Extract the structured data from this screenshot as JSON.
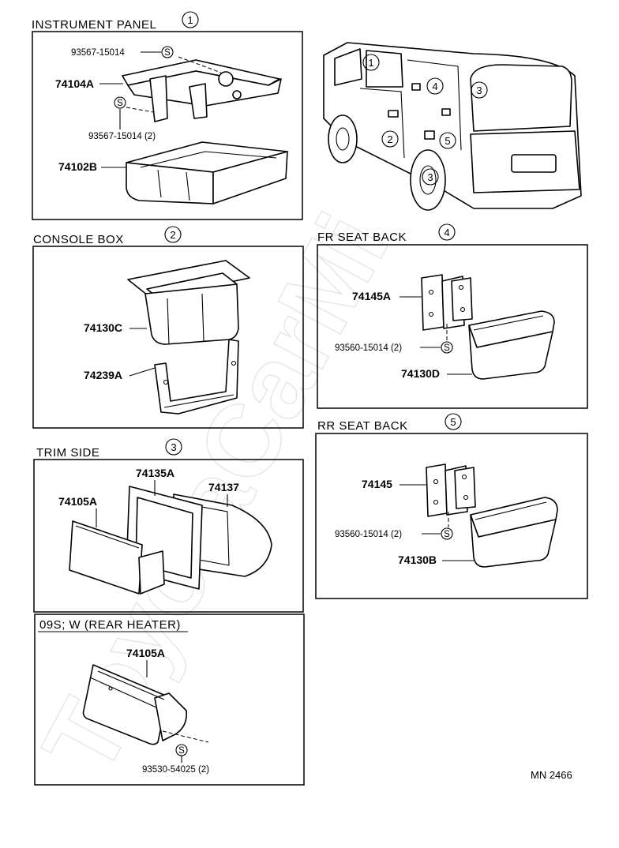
{
  "panels": {
    "instrument_panel": {
      "title": "INSTRUMENT PANEL",
      "index": "1"
    },
    "console_box": {
      "title": "CONSOLE BOX",
      "index": "2"
    },
    "trim_side": {
      "title": "TRIM SIDE",
      "index": "3"
    },
    "fr_seat_back": {
      "title": "FR SEAT BACK",
      "index": "4"
    },
    "rr_seat_back": {
      "title": "RR SEAT BACK",
      "index": "5"
    },
    "rear_heater": {
      "title": "09S; W (REAR HEATER)"
    }
  },
  "parts": {
    "p93567_a": "93567-15014",
    "p74104A": "74104A",
    "p93567_b": "93567-15014 (2)",
    "p74102B": "74102B",
    "p74130C": "74130C",
    "p74239A": "74239A",
    "p74145A": "74145A",
    "p93560_a": "93560-15014 (2)",
    "p74130D": "74130D",
    "p74135A": "74135A",
    "p74137": "74137",
    "p74105A": "74105A",
    "p74145": "74145",
    "p93560_b": "93560-15014 (2)",
    "p74130B": "74130B",
    "p74105A_h": "74105A",
    "p93530": "93530-54025 (2)"
  },
  "symbols": {
    "standard": "S"
  },
  "callouts": [
    "1",
    "2",
    "3",
    "4",
    "5",
    "3"
  ],
  "footer": {
    "diagram_code": "MN 2466"
  },
  "watermark": "ToyotaCarMi"
}
